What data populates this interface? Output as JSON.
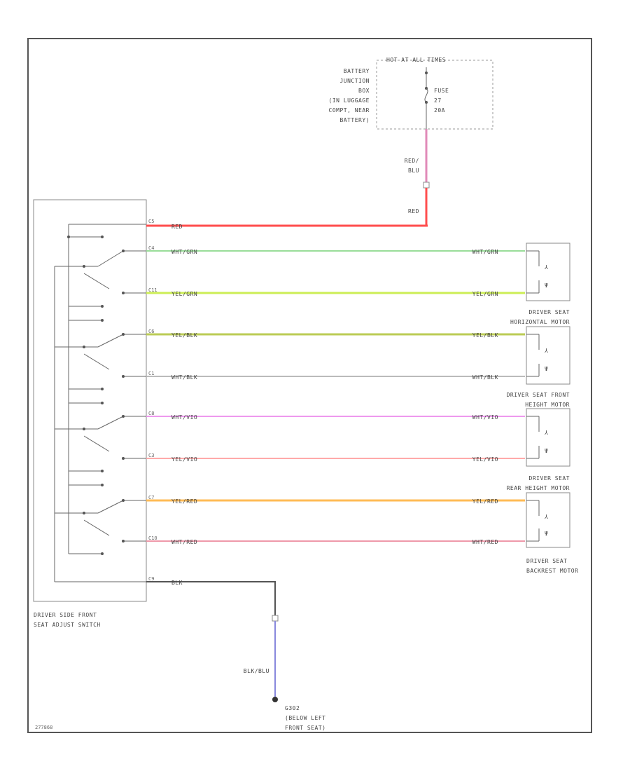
{
  "power": {
    "hot_label": "HOT AT ALL TIMES",
    "battery_junction_box_lines": [
      "BATTERY",
      "JUNCTION",
      "BOX",
      "(IN LUGGAGE",
      "COMPT, NEAR",
      "BATTERY)"
    ],
    "fuse_lines": [
      "FUSE",
      "27",
      "20A"
    ],
    "feed_wire_upper": [
      "RED/",
      "BLU"
    ],
    "feed_wire_lower": "RED"
  },
  "switch": {
    "name_lines": [
      "DRIVER SIDE FRONT",
      "SEAT ADJUST SWITCH"
    ],
    "pins": [
      "C5",
      "C4",
      "C11",
      "C6",
      "C1",
      "C8",
      "C3",
      "C7",
      "C10",
      "C9"
    ]
  },
  "wires": [
    {
      "id": "red",
      "label": "RED",
      "color": "#ff4d4d"
    },
    {
      "id": "wht-grn",
      "label": "WHT/GRN",
      "color": "#99dd99"
    },
    {
      "id": "yel-grn",
      "label": "YEL/GRN",
      "color": "#ccee55"
    },
    {
      "id": "yel-blk",
      "label": "YEL/BLK",
      "color": "#bbcc55"
    },
    {
      "id": "wht-blk",
      "label": "WHT/BLK",
      "color": "#bbbbbb"
    },
    {
      "id": "wht-vio",
      "label": "WHT/VIO",
      "color": "#ee99ee"
    },
    {
      "id": "yel-vio",
      "label": "YEL/VIO",
      "color": "#ffaaaa"
    },
    {
      "id": "yel-red",
      "label": "YEL/RED",
      "color": "#ffbb55"
    },
    {
      "id": "wht-red",
      "label": "WHT/RED",
      "color": "#ee99aa"
    },
    {
      "id": "blk",
      "label": "BLK",
      "color": "#555555"
    },
    {
      "id": "blk-blu",
      "label": "BLK/BLU",
      "color": "#8888dd"
    }
  ],
  "motors": [
    {
      "name_lines": [
        "DRIVER SEAT",
        "HORIZONTAL MOTOR"
      ]
    },
    {
      "name_lines": [
        "DRIVER SEAT FRONT",
        "HEIGHT MOTOR"
      ]
    },
    {
      "name_lines": [
        "DRIVER SEAT",
        "REAR HEIGHT MOTOR"
      ]
    },
    {
      "name_lines": [
        "DRIVER SEAT",
        "BACKREST MOTOR"
      ]
    }
  ],
  "ground": {
    "name_lines": [
      "G302",
      "(BELOW LEFT",
      "FRONT SEAT)"
    ]
  },
  "figure_id": "277868"
}
